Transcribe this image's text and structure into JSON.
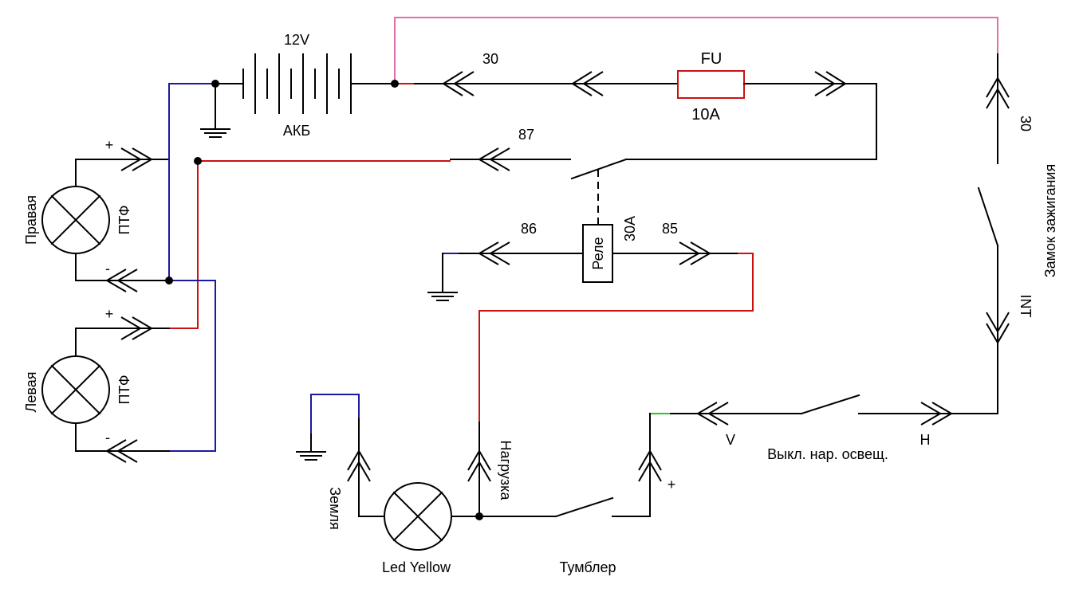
{
  "battery": {
    "voltage": "12V",
    "name": "АКБ"
  },
  "fuse": {
    "name": "FU",
    "rating": "10A"
  },
  "relay": {
    "name": "Реле",
    "rating": "30A",
    "pin30": "30",
    "pin87": "87",
    "pin86": "86",
    "pin85": "85"
  },
  "lamps": {
    "right": {
      "name": "Правая",
      "type": "ПТФ",
      "plus": "+",
      "minus": "-"
    },
    "left": {
      "name": "Левая",
      "type": "ПТФ",
      "plus": "+",
      "minus": "-"
    },
    "led": {
      "name": "Led Yellow"
    }
  },
  "ignition": {
    "name": "Замок зажигания",
    "pin30": "30",
    "pinINT": "INT"
  },
  "headlight_switch": {
    "name": "Выкл. нар. освещ.",
    "pinV": "V",
    "pinH": "H"
  },
  "toggle": {
    "name": "Тумблер",
    "plus": "+"
  },
  "connectors": {
    "ground": "Земля",
    "load": "Нагрузка"
  },
  "colors": {
    "positive": "#cc1111",
    "negative": "#1a1aa0",
    "ignition": "#e070a8",
    "signal": "#22cc22",
    "wire": "#000000"
  }
}
